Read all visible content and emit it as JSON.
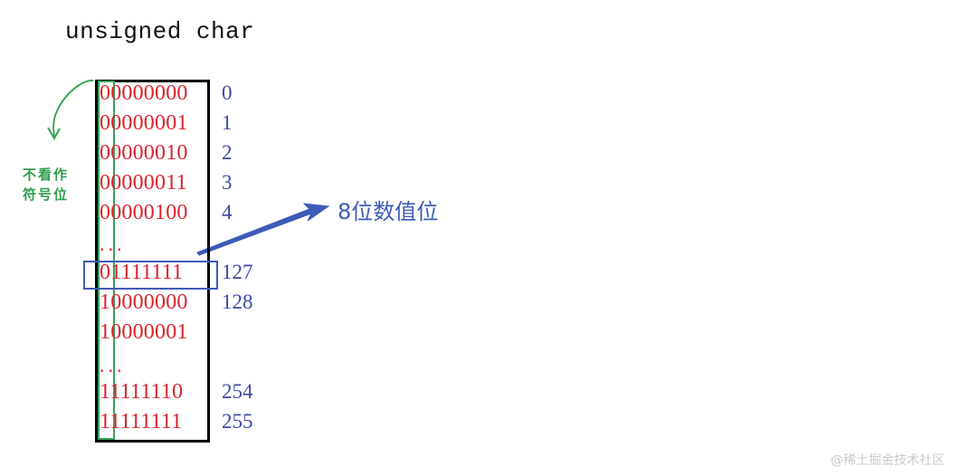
{
  "title": "unsigned char",
  "side_label": {
    "line1": "不看作",
    "line2": "符号位"
  },
  "arrow_label": "8位数值位",
  "rows": [
    {
      "bits": "00000000",
      "value": "0"
    },
    {
      "bits": "00000001",
      "value": "1"
    },
    {
      "bits": "00000010",
      "value": "2"
    },
    {
      "bits": "00000011",
      "value": "3"
    },
    {
      "bits": "00000100",
      "value": "4"
    },
    {
      "bits": "...",
      "value": ""
    },
    {
      "bits": "01111111",
      "value": "127"
    },
    {
      "bits": "10000000",
      "value": "128"
    },
    {
      "bits": "10000001",
      "value": ""
    },
    {
      "bits": "...",
      "value": ""
    },
    {
      "bits": "11111110",
      "value": "254"
    },
    {
      "bits": "11111111",
      "value": "255"
    }
  ],
  "highlighted_row": "01111111",
  "watermark": "@稀土掘金技术社区",
  "colors": {
    "bits": "#d9252e",
    "values": "#3f49a6",
    "sign_column": "#3aa35a",
    "highlight_box": "#3e5bb8",
    "arrow": "#3e5bb8",
    "frame": "#000000"
  }
}
